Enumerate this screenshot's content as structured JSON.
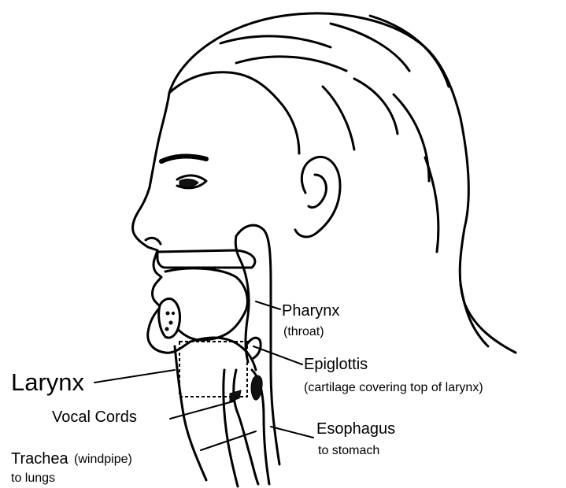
{
  "labels": {
    "larynx": "Larynx",
    "pharynx": "Pharynx",
    "pharynx_note": "(throat)",
    "epiglottis": "Epiglottis",
    "epiglottis_note": "(cartilage covering top of larynx)",
    "vocal_cords": "Vocal Cords",
    "esophagus": "Esophagus",
    "esophagus_note": "to stomach",
    "trachea": "Trachea",
    "trachea_paren": "(windpipe)",
    "trachea_note": "to lungs"
  },
  "colors": {
    "line": "#000000",
    "background": "#ffffff",
    "mouth_cavity": "#111111"
  }
}
